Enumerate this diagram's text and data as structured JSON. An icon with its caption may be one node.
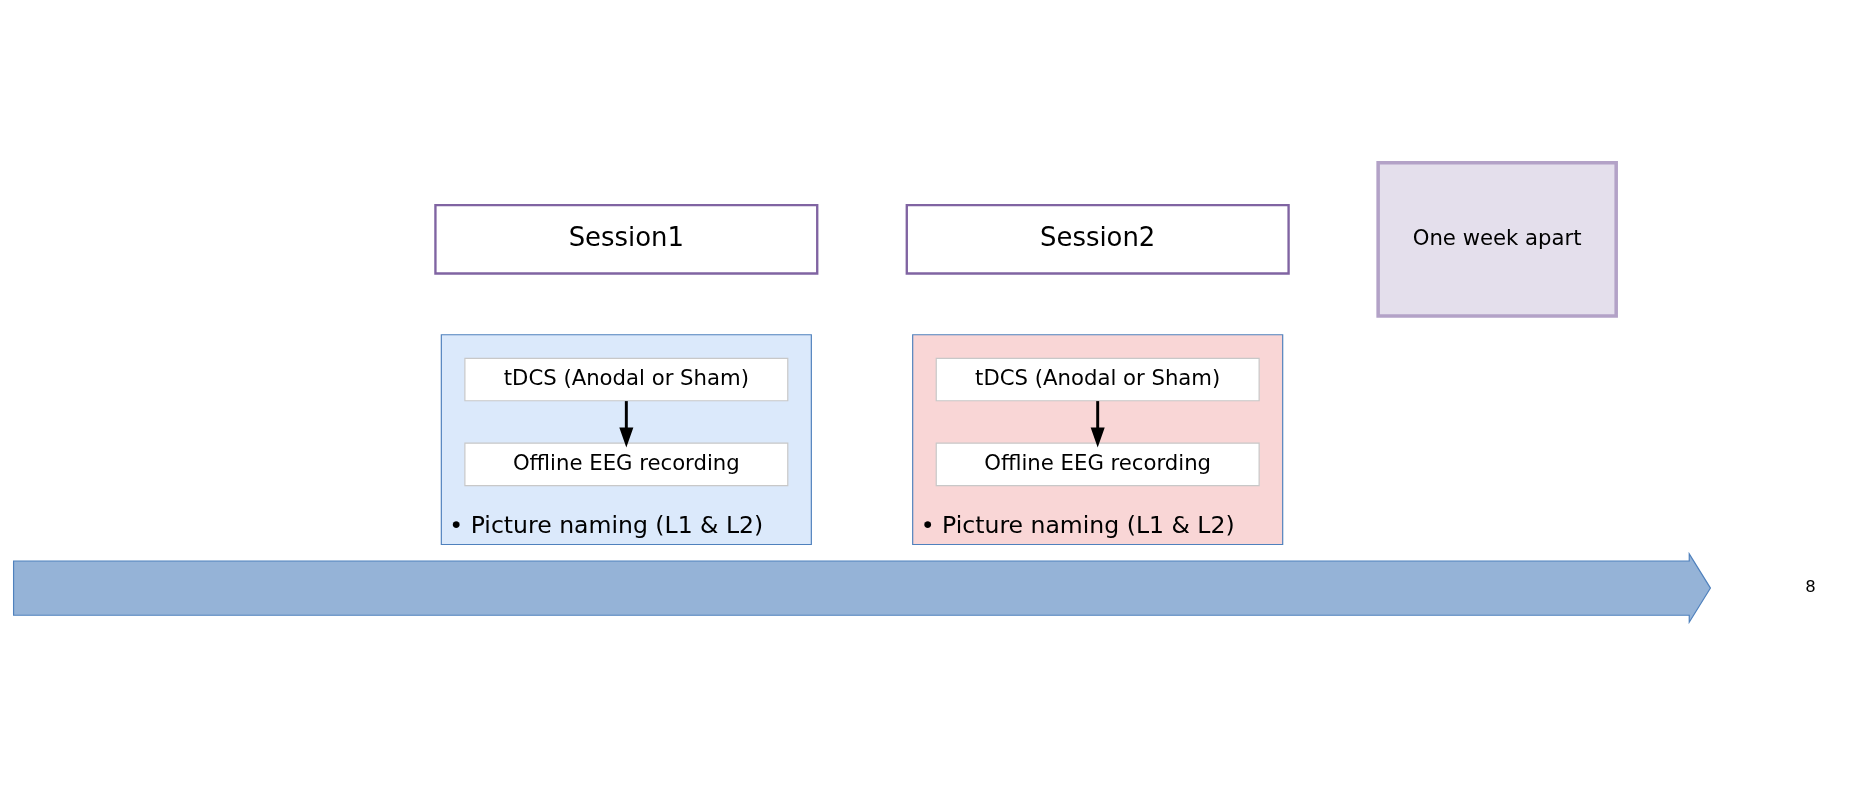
{
  "diagram": {
    "nodes": [
      {
        "text": [
          "Session1"
        ]
      },
      {
        "text": [
          "• Picture naming (L1 & L2)"
        ]
      },
      {
        "text": [
          "tDCS (Anodal or Sham)"
        ],
        "in": 1
      },
      {
        "text": [
          "Offline EEG recording"
        ],
        "in": 1
      },
      {
        "text": [
          "One week apart"
        ]
      },
      {
        "text": [
          "Session2"
        ]
      },
      {
        "text": [
          "• Picture naming (L1 & L2)"
        ]
      },
      {
        "text": [
          "tDCS (Anodal or Sham)"
        ],
        "in": 6
      },
      {
        "text": [
          "Offline EEG recording"
        ],
        "in": 6
      },
      {
        "text": [],
        "shape": "arrow"
      }
    ],
    "edges": [
      {
        "from": 2,
        "to": 3,
        "arrow": "to"
      },
      {
        "from": 7,
        "to": 8,
        "arrow": "to"
      }
    ],
    "labels": [
      "8"
    ]
  }
}
